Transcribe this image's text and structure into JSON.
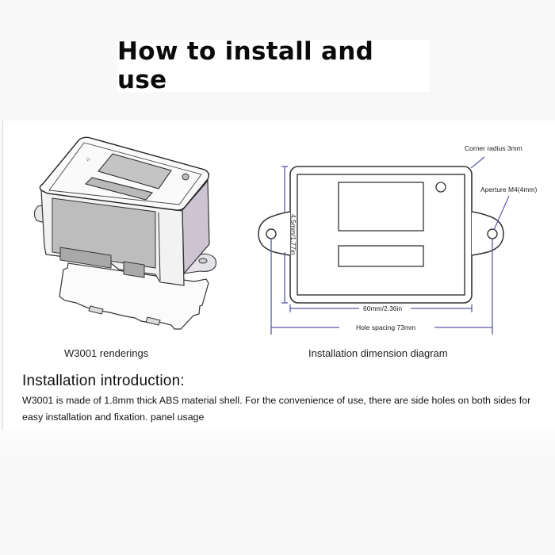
{
  "header": {
    "title": "How to install and use"
  },
  "figures": {
    "rendering": {
      "caption": "W3001 renderings",
      "icon": "device-3d-rendering"
    },
    "dimension_diagram": {
      "caption": "Installation dimension diagram",
      "annotations": {
        "corner_radius": "Corner radius 3mm",
        "aperture": "Aperture M4(4mm)",
        "height": "4.5mm/1.77in",
        "width": "60mm/2.36in",
        "hole_spacing": "Hole spacing 73mm"
      },
      "colors": {
        "outline": "#333333",
        "dimension_line": "#5a5aa8"
      }
    }
  },
  "intro": {
    "heading": "Installation introduction:",
    "body": "W3001 is made of 1.8mm thick ABS material shell. For the convenience of use, there are side holes on both sides for easy installation and fixation. panel usage"
  }
}
